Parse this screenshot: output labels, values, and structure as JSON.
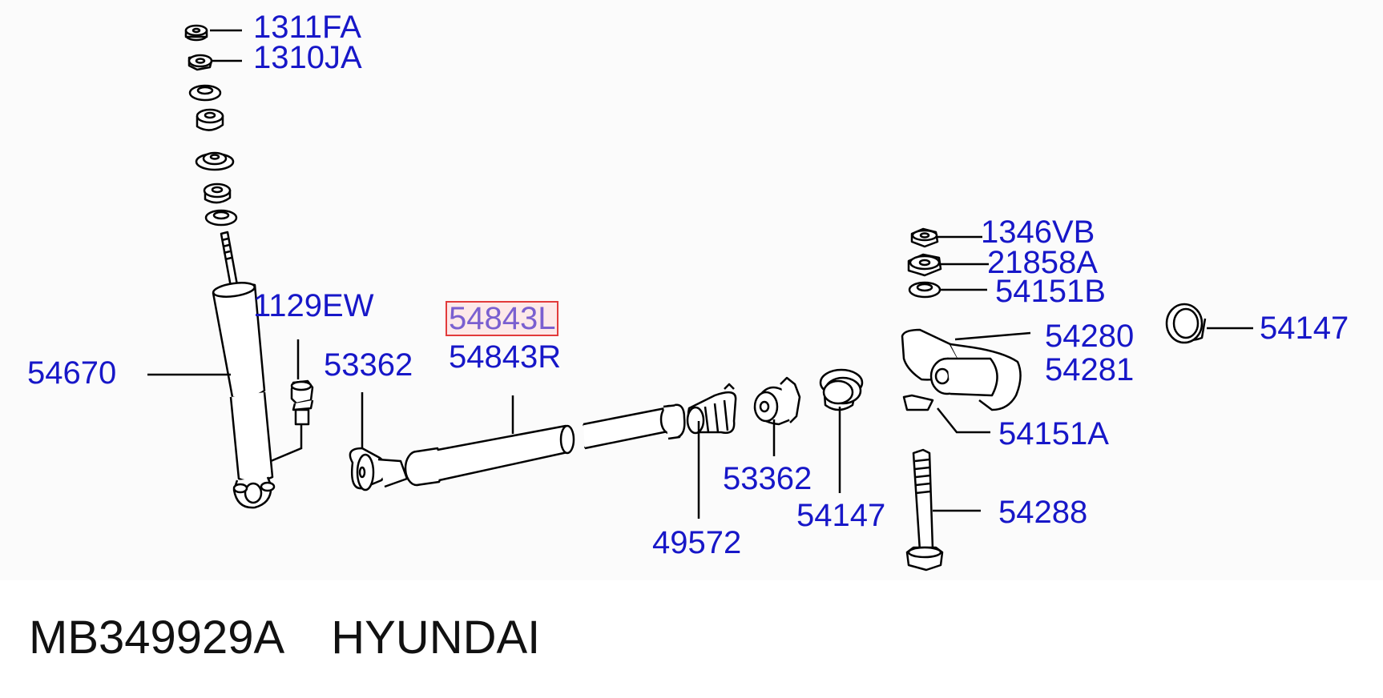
{
  "callouts": {
    "c1311FA": "1311FA",
    "c1310JA": "1310JA",
    "c1129EW": "1129EW",
    "c54670": "54670",
    "c53362_left": "53362",
    "c54843L": "54843L",
    "c54843R": "54843R",
    "c49572": "49572",
    "c53362_right": "53362",
    "c54147_lower": "54147",
    "c1346VB": "1346VB",
    "c21858A": "21858A",
    "c54151B": "54151B",
    "c54280": "54280",
    "c54281": "54281",
    "c54147_upper": "54147",
    "c54151A": "54151A",
    "c54288": "54288"
  },
  "highlighted_callout": "54843L",
  "footer": {
    "part_number": "MB349929A",
    "brand": "HYUNDAI"
  },
  "colors": {
    "callout_text": "#1717c8",
    "highlight_border": "#e23b3b",
    "highlight_text": "#7a5fd0",
    "line": "#000000",
    "diagram_background": "#fbfbfb"
  }
}
